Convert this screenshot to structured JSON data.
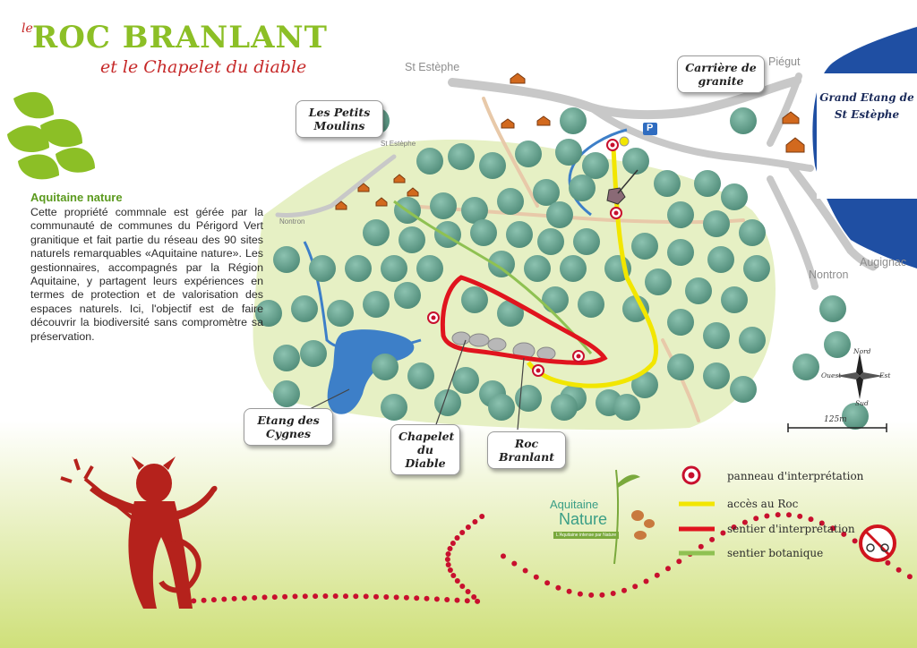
{
  "title": {
    "prefix": "le",
    "main": "ROC BRANLANT",
    "subtitle": "et le Chapelet du diable"
  },
  "intro": {
    "heading": "Aquitaine nature",
    "body": "Cette propriété commnale est gérée par la communauté de communes du Périgord Vert granitique et fait partie du réseau des 90 sites naturels remarquables «Aquitaine nature». Les gestionnaires, accompagnés par la Région Aquitaine, y partagent leurs expériences en termes de protection et de valorisation des espaces naturels. Ici, l'objectif est de faire découvrir la biodiversité sans compromètre sa préservation."
  },
  "map_labels": {
    "petits_moulins": "Les Petits Moulins",
    "carriere": "Carrière de granite",
    "grand_etang": "Grand Etang de St Estèphe",
    "etang_cygnes": "Etang des Cygnes",
    "chapelet": "Chapelet du Diable",
    "roc_branlant": "Roc Branlant"
  },
  "places": {
    "st_estephe_main": "St Estèphe",
    "st_estephe_small": "St Estèphe",
    "piegut": "Piégut",
    "nontron_small": "Nontron",
    "nontron": "Nontron",
    "augignac": "Augignac",
    "parking": "P"
  },
  "compass": {
    "n": "Nord",
    "s": "Sud",
    "e": "Est",
    "w": "Ouest"
  },
  "scale": {
    "label": "125m"
  },
  "legend": [
    {
      "label": "panneau d'interprétation",
      "color": "#c8102e"
    },
    {
      "label": "accès au Roc",
      "color": "#f2e600"
    },
    {
      "label": "sentier d'interprétation",
      "color": "#e0141e"
    },
    {
      "label": "sentier botanique",
      "color": "#8fc152"
    }
  ],
  "logo": {
    "line1": "Aquitaine",
    "line2": "Nature",
    "tagline": "L'Aquitaine intense par Nature"
  },
  "colors": {
    "forest": "#5f9a86",
    "meadow": "#e6f0c4",
    "water": "#3d7fc8",
    "title_green": "#8cbf26",
    "title_red": "#c62828",
    "devil_red": "#b5221c"
  }
}
